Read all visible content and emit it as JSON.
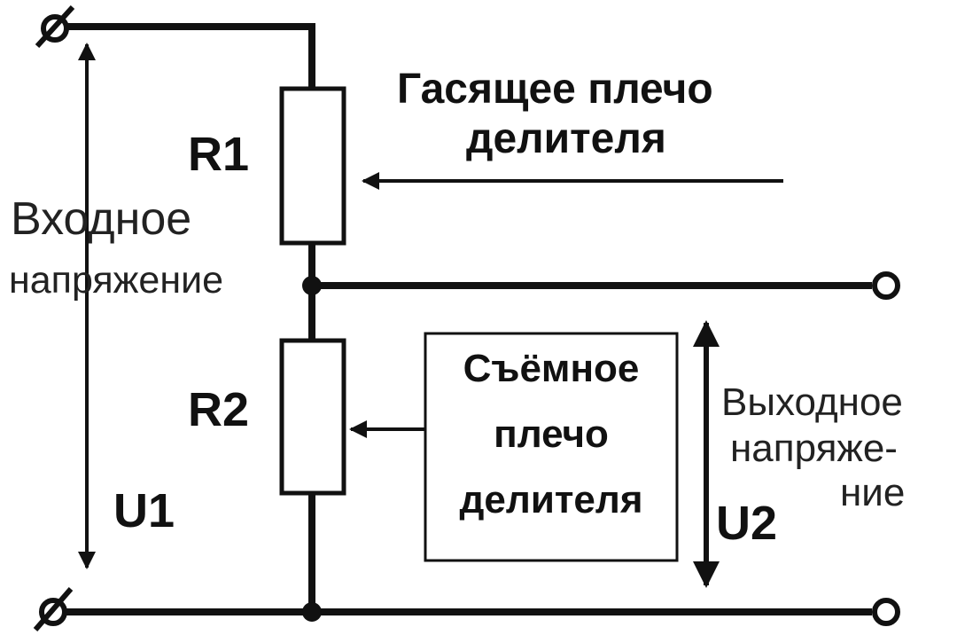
{
  "labels": {
    "r1": "R1",
    "r2": "R2",
    "u1": "U1",
    "u2": "U2",
    "damping_arm_line1": "Гасящее плечо",
    "damping_arm_line2": "делителя",
    "input_voltage_line1": "Входное",
    "input_voltage_line2": "напряжение",
    "removable_arm_line1": "Съёмное",
    "removable_arm_line2": "плечо",
    "removable_arm_line3": "делителя",
    "output_voltage_line1": "Выходное",
    "output_voltage_line2": "напряже-",
    "output_voltage_line3": "ние"
  },
  "colors": {
    "ink": "#111111",
    "background": "#ffffff"
  }
}
